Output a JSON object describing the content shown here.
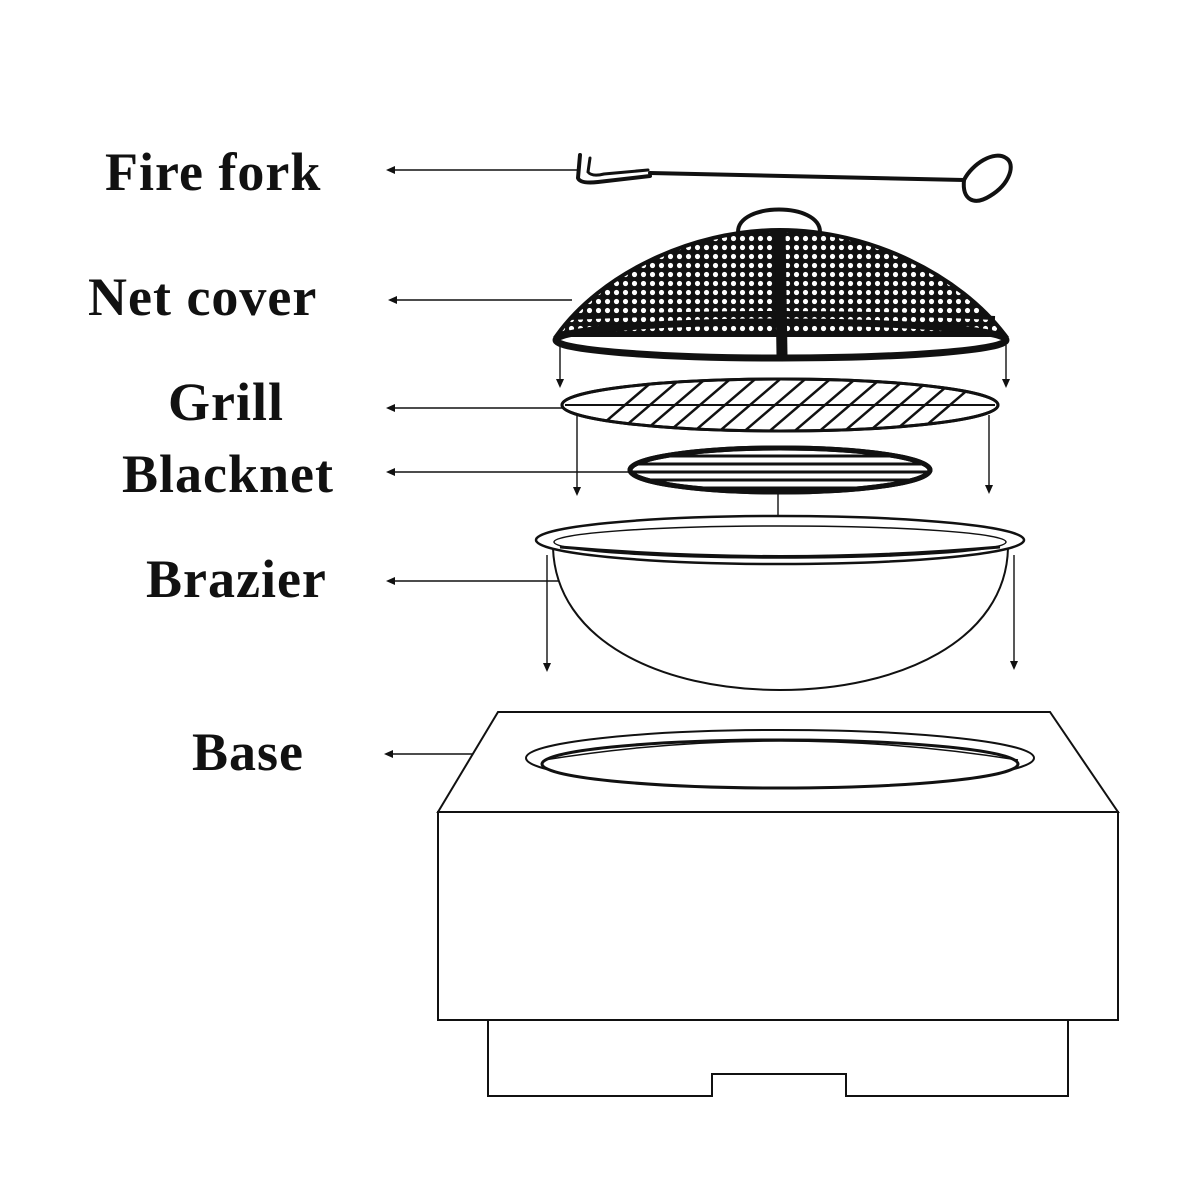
{
  "labels": {
    "fire_fork": "Fire fork",
    "net_cover": "Net cover",
    "grill": "Grill",
    "blacknet": "Blacknet",
    "brazier": "Brazier",
    "base": "Base"
  },
  "colors": {
    "ink": "#111111",
    "background": "#ffffff"
  }
}
